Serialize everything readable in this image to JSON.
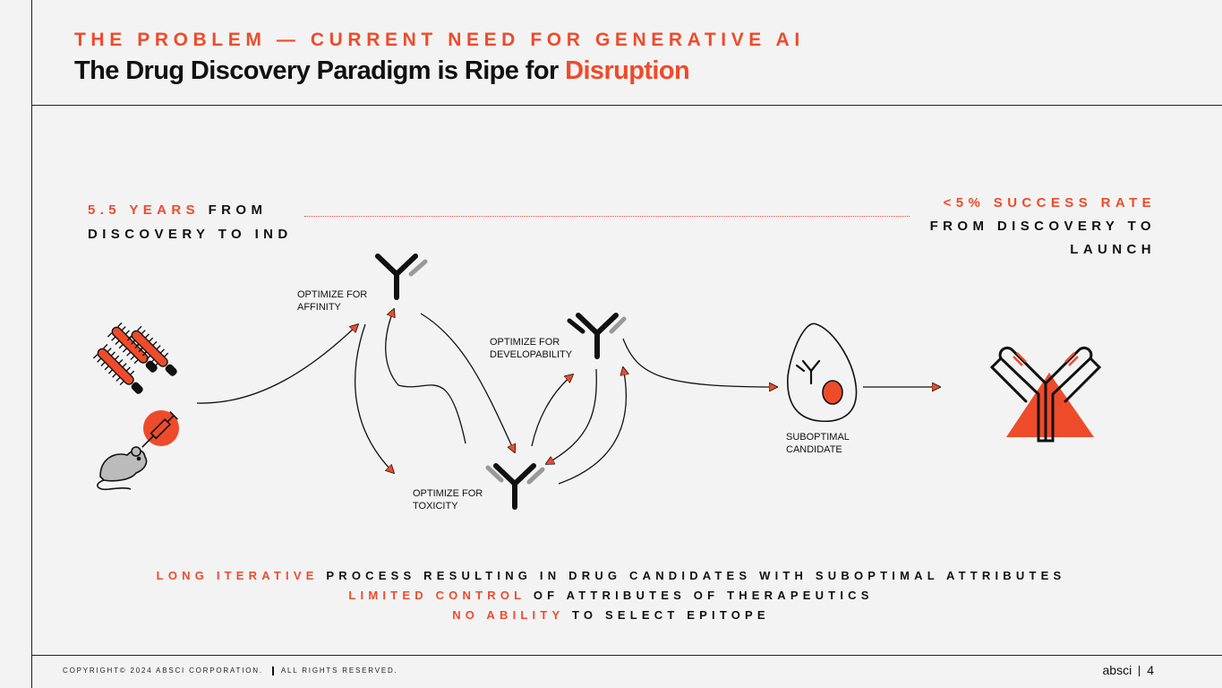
{
  "header": {
    "eyebrow": "THE PROBLEM — CURRENT NEED FOR GENERATIVE AI",
    "title_main": "The Drug Discovery Paradigm is Ripe for ",
    "title_accent": "Disruption"
  },
  "stats": {
    "left_accent": "5.5 YEARS",
    "left_rest_1": " FROM",
    "left_rest_2": "DISCOVERY TO IND",
    "right_accent": "<5% SUCCESS RATE",
    "right_rest_1": "FROM DISCOVERY TO",
    "right_rest_2": "LAUNCH"
  },
  "diagram": {
    "labels": {
      "affinity": [
        "OPTIMIZE FOR",
        "AFFINITY"
      ],
      "developability": [
        "OPTIMIZE FOR",
        "DEVELOPABILITY"
      ],
      "toxicity": [
        "OPTIMIZE FOR",
        "TOXICITY"
      ],
      "suboptimal": [
        "SUBOPTIMAL",
        "CANDIDATE"
      ]
    }
  },
  "bottom": {
    "line1_accent": "LONG ITERATIVE",
    "line1_rest": " PROCESS RESULTING IN DRUG CANDIDATES WITH SUBOPTIMAL ATTRIBUTES",
    "line2_accent": "LIMITED CONTROL",
    "line2_rest": " OF ATTRIBUTES OF THERAPEUTICS",
    "line3_accent": "NO ABILITY",
    "line3_rest": " TO SELECT EPITOPE"
  },
  "footer": {
    "copyright": "COPYRIGHT© 2024 ABSCI CORPORATION.",
    "rights": "ALL RIGHTS RESERVED.",
    "brand": "absci",
    "page_number": "4"
  },
  "colors": {
    "accent": "#ee4b2b",
    "ink": "#111111",
    "background": "#f3f3f3"
  }
}
